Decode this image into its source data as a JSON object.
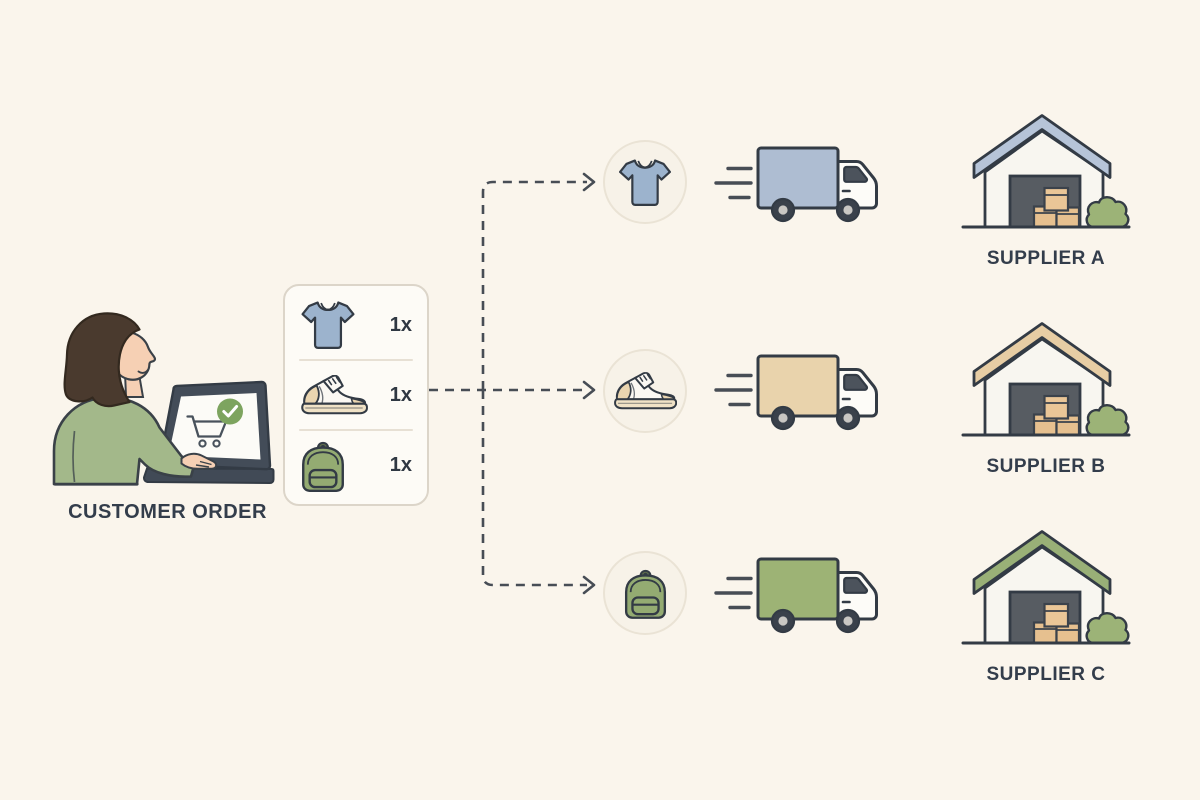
{
  "customer": {
    "label": "CUSTOMER ORDER"
  },
  "order_card": {
    "items": [
      {
        "name": "t-shirt",
        "qty": "1x"
      },
      {
        "name": "sneaker",
        "qty": "1x"
      },
      {
        "name": "backpack",
        "qty": "1x"
      }
    ]
  },
  "flows": [
    {
      "item": "t-shirt",
      "supplier": "SUPPLIER A",
      "truck_color": "#aebdd2",
      "roof_color": "#b6c4d8"
    },
    {
      "item": "sneaker",
      "supplier": "SUPPLIER B",
      "truck_color": "#e9d3ac",
      "roof_color": "#e7cda4"
    },
    {
      "item": "backpack",
      "supplier": "SUPPLIER C",
      "truck_color": "#9db375",
      "roof_color": "#99b077"
    }
  ],
  "palette": {
    "background": "#faf5ec",
    "outline": "#333b45",
    "text_dark": "#333d4b",
    "card_bg": "#fdfbf6",
    "card_border": "#dcd5c9",
    "circle_bg": "#f7f2e8",
    "circle_border": "#eae3d5",
    "dash_line": "#474d55",
    "shirt_blue": "#9cb3cd",
    "sneaker_cream": "#f0e2c6",
    "sneaker_tan": "#ead5b0",
    "backpack_green": "#94ab72",
    "box_tan": "#e6c08f",
    "door_gray": "#575c62",
    "wall_white": "#f8f6f0",
    "bush_green": "#9cb377",
    "sweater_green": "#a3b88a",
    "hair_brown": "#4a3a2e",
    "skin": "#f6d0b4",
    "laptop_dark": "#434c58",
    "check_green": "#7da45f"
  }
}
